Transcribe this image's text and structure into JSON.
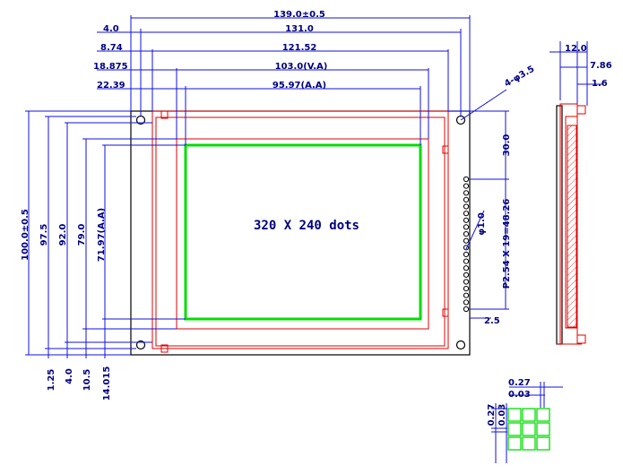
{
  "dims": {
    "total_width": "139.0±0.5",
    "hole_pitch_x": "4.0",
    "hole_span_x": "131.0",
    "bezel_offset_x": "8.74",
    "bezel_width": "121.52",
    "va_offset_x": "18.875",
    "va_width": "103.0(V.A)",
    "aa_offset_x": "22.39",
    "aa_width": "95.97(A.A)",
    "total_height": "100.0±0.5",
    "hole_span_y": "97.5",
    "bezel_height": "92.0",
    "va_height": "79.0",
    "aa_height": "71.97(A.A)",
    "offset_y_1": "1.25",
    "offset_y_2": "4.0",
    "offset_y_3": "10.5",
    "offset_y_4": "14.015",
    "hole_spec": "4-φ3.5",
    "pin_top_offset": "30.0",
    "pin_pitch": "P2.54 X 19=48.26",
    "pin_dia": "φ1.0",
    "pin_bottom_offset": "2.5",
    "side_thickness": "12.0",
    "side_1": "7.86",
    "side_2": "1.6",
    "dot_pitch_x": "0.27",
    "dot_gap_x": "0.03",
    "dot_pitch_y": "0.27",
    "dot_gap_y": "0.03"
  },
  "display_label": "320 X 240 dots",
  "colors": {
    "outline": "#000000",
    "bezel": "#e00000",
    "active_area": "#00dd00",
    "dimension": "#1010e0",
    "text": "#000080"
  }
}
